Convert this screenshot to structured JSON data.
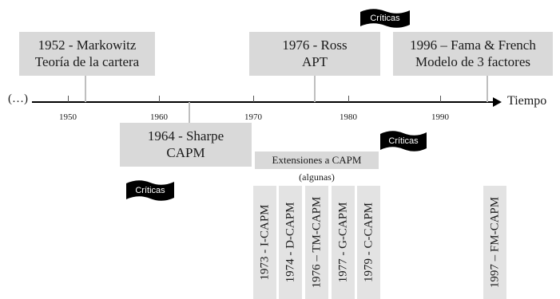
{
  "axis": {
    "start_label": "(…)",
    "end_label": "Tiempo",
    "ticks": [
      "1950",
      "1960",
      "1970",
      "1980",
      "1990"
    ]
  },
  "events_above": [
    {
      "line1": "1952 - Markowitz",
      "line2": "Teoría de la cartera"
    },
    {
      "line1": "1976 - Ross",
      "line2": "APT"
    },
    {
      "line1": "1996 – Fama & French",
      "line2": "Modelo de 3 factores"
    }
  ],
  "events_below": [
    {
      "line1": "1964 - Sharpe",
      "line2": "CAPM"
    }
  ],
  "critiques": [
    "Críticas",
    "Críticas",
    "Críticas"
  ],
  "extensions": {
    "title": "Extensiones a CAPM",
    "subtitle": "(algunas)",
    "items": [
      "1973 - I-CAPM",
      "1974 - D-CAPM",
      "1976 – TM-CAPM",
      "1977 - G-CAPM",
      "1979 - C-CAPM"
    ],
    "later": "1997 – FM-CAPM"
  }
}
